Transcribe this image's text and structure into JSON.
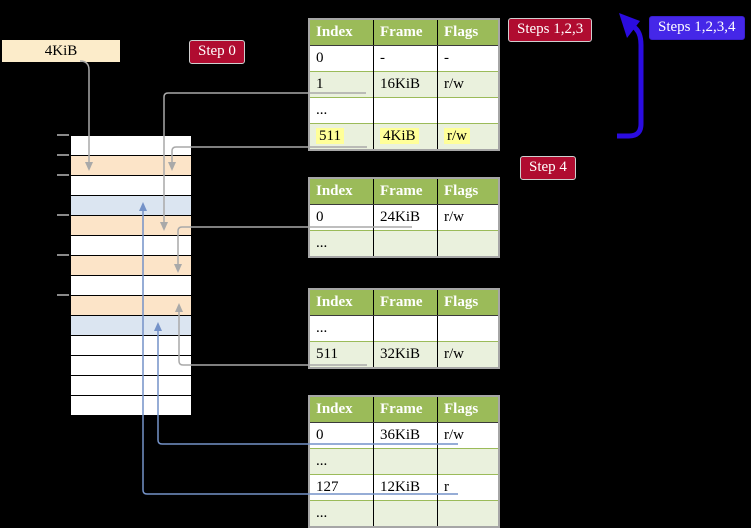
{
  "frame_label": "4KiB",
  "badges": {
    "step0": "Step 0",
    "steps123": "Steps 1,2,3",
    "steps1234": "Steps 1,2,3,4",
    "step4": "Step 4"
  },
  "colors": {
    "badge_red": "#b00c30",
    "badge_blue": "#4527e8",
    "table_header_green": "#9bbb59",
    "table_row_green": "#eaf1dd",
    "memory_peach": "#fce4c8",
    "memory_blue": "#dbe5f1",
    "highlight_yellow": "#ffff99",
    "connector_gray": "#a9a9a9",
    "connector_blue": "#7492c8",
    "arrow_blue": "#2b0ce0",
    "frame_label_bg": "#fcecca"
  },
  "tables": [
    {
      "name": "page-table-level-1",
      "headers": [
        "Index",
        "Frame",
        "Flags"
      ],
      "rows": [
        {
          "cells": [
            "0",
            "-",
            "-"
          ],
          "shaded": false,
          "highlight": false
        },
        {
          "cells": [
            "1",
            "16KiB",
            "r/w"
          ],
          "shaded": true,
          "highlight": false
        },
        {
          "cells": [
            "...",
            "",
            ""
          ],
          "shaded": false,
          "highlight": false
        },
        {
          "cells": [
            "511",
            "4KiB",
            "r/w"
          ],
          "shaded": true,
          "highlight": true
        }
      ]
    },
    {
      "name": "page-table-level-2",
      "headers": [
        "Index",
        "Frame",
        "Flags"
      ],
      "rows": [
        {
          "cells": [
            "0",
            "24KiB",
            "r/w"
          ],
          "shaded": false,
          "highlight": false
        },
        {
          "cells": [
            "...",
            "",
            ""
          ],
          "shaded": true,
          "highlight": false
        }
      ]
    },
    {
      "name": "page-table-level-3",
      "headers": [
        "Index",
        "Frame",
        "Flags"
      ],
      "rows": [
        {
          "cells": [
            "...",
            "",
            ""
          ],
          "shaded": false,
          "highlight": false
        },
        {
          "cells": [
            "511",
            "32KiB",
            "r/w"
          ],
          "shaded": true,
          "highlight": false
        }
      ]
    },
    {
      "name": "page-table-level-4",
      "headers": [
        "Index",
        "Frame",
        "Flags"
      ],
      "rows": [
        {
          "cells": [
            "0",
            "36KiB",
            "r/w"
          ],
          "shaded": false,
          "highlight": false
        },
        {
          "cells": [
            "...",
            "",
            ""
          ],
          "shaded": true,
          "highlight": false
        },
        {
          "cells": [
            "127",
            "12KiB",
            "r"
          ],
          "shaded": false,
          "highlight": false
        },
        {
          "cells": [
            "...",
            "",
            ""
          ],
          "shaded": true,
          "highlight": false
        }
      ]
    }
  ],
  "memory": {
    "rows": [
      "white",
      "peach",
      "white",
      "blue",
      "peach",
      "white",
      "peach",
      "white",
      "peach",
      "blue",
      "white",
      "white",
      "white",
      "white"
    ]
  }
}
